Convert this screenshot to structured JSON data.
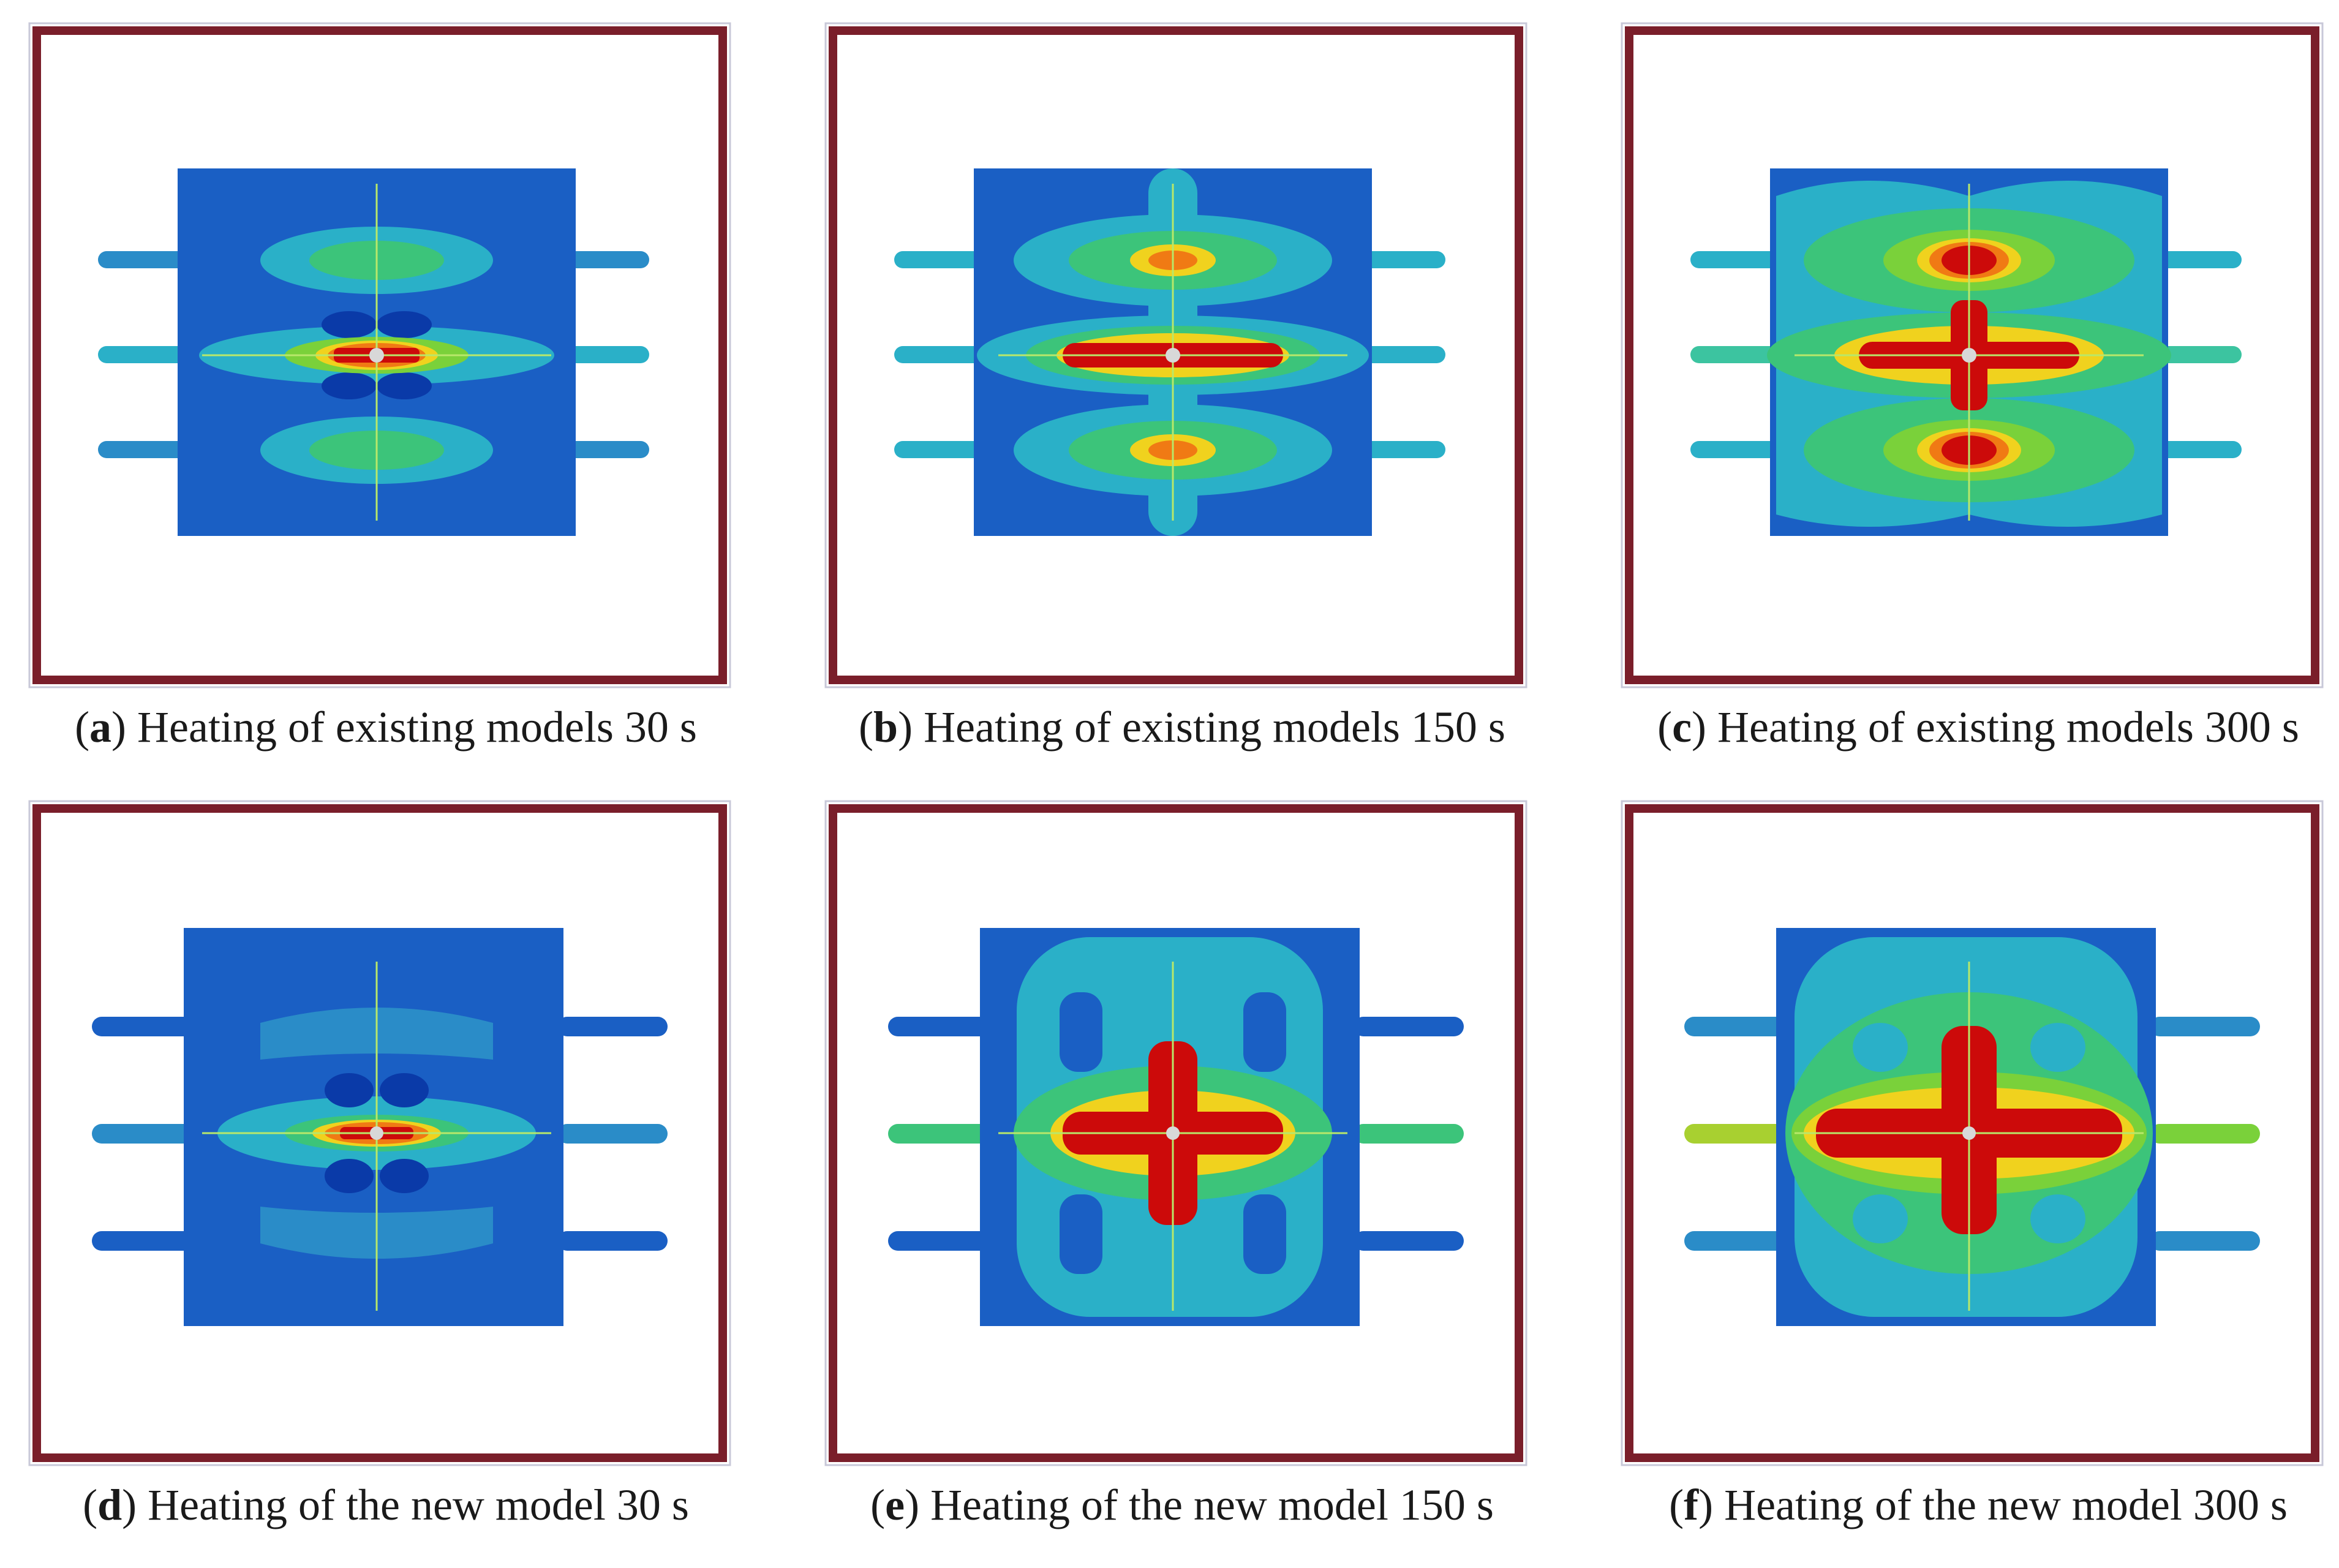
{
  "figure": {
    "panels": [
      {
        "id": "a",
        "letter": "a",
        "caption": "Heating of existing models 30 s",
        "model": "existing",
        "time_s": 30
      },
      {
        "id": "b",
        "letter": "b",
        "caption": "Heating of existing models 150 s",
        "model": "existing",
        "time_s": 150
      },
      {
        "id": "c",
        "letter": "c",
        "caption": "Heating of existing models 300 s",
        "model": "existing",
        "time_s": 300
      },
      {
        "id": "d",
        "letter": "d",
        "caption": "Heating of the new model 30 s",
        "model": "new",
        "time_s": 30
      },
      {
        "id": "e",
        "letter": "e",
        "caption": "Heating of the new model 150 s",
        "model": "new",
        "time_s": 150
      },
      {
        "id": "f",
        "letter": "f",
        "caption": "Heating of the new model 300 s",
        "model": "new",
        "time_s": 300
      }
    ],
    "colors": {
      "frame": "#7a1e2a",
      "plate_cold": "#1a5fc4",
      "cool": "#2ab0c8",
      "warm": "#3cc47a",
      "mid": "#7ad13a",
      "hot_yellow": "#f0d21e",
      "hot_orange": "#f07a14",
      "hot_red": "#cc0a0a",
      "axis_line": "#b8e86a"
    }
  }
}
